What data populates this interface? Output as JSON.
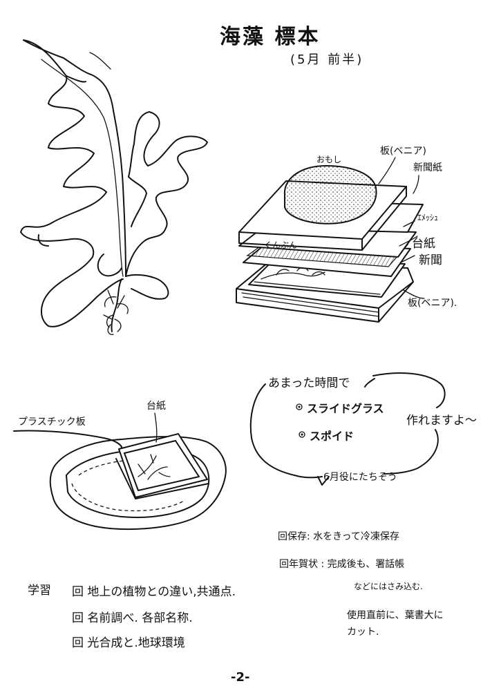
{
  "header": {
    "title": "海藻 標本",
    "subtitle": "(5月 前半)"
  },
  "specimen_diagram": {
    "labels": {
      "omoshi": "おもし",
      "board_top": "板(ベニア)",
      "newspaper_top": "新聞紙",
      "mesh": "ｴﾒｯｼｭ",
      "daishi": "台紙",
      "shinbun": "新聞",
      "kunbun": "くんぶん",
      "board_bottom": "板(ベニア)."
    }
  },
  "tray_diagram": {
    "labels": {
      "plastic_board": "プラスチック板",
      "daishi": "台紙"
    }
  },
  "spare_time": {
    "intro": "あまった時間で",
    "items": [
      "スライドグラス",
      "スポイド"
    ],
    "action": "作れますよ～",
    "footer": "6月役にたちそう"
  },
  "notes": {
    "storage": "回保存: 水をきって冷凍保存",
    "nengajo": "回年賀状 : 完成後も、署話帳",
    "nengajo_cont": "などにはさみ込む.",
    "usage_1": "使用直前に、葉書大に",
    "usage_2": "カット."
  },
  "study": {
    "heading": "学習",
    "points": [
      "回 地上の植物との違い,共通点.",
      "回 名前調べ. 各部名称.",
      "回 光合成と.地球環境"
    ]
  },
  "page_number": "-2-"
}
